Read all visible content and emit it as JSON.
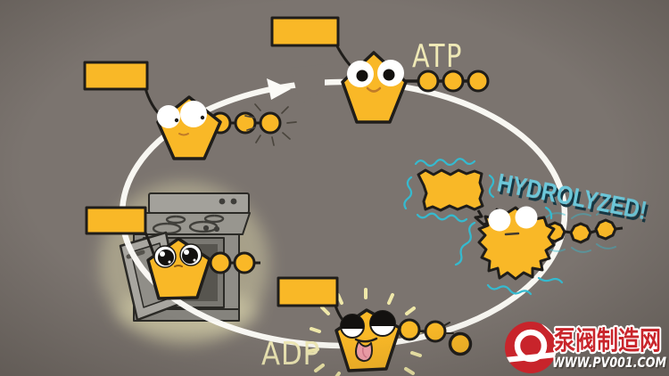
{
  "scene": {
    "background": "#7b746f",
    "colors": {
      "molecule_yellow": "#f9b827",
      "outline_black": "#1f1d1a",
      "handwriting_cream": "#efe9b6",
      "hydrolyzed_teal": "#6cc6d8",
      "hydrolyzed_shadow": "#173743",
      "electric_cyan": "#35bacf",
      "cycle_ring_white": "#fcfbf7",
      "oven_gray": "#8f8d87",
      "glow_pale_yellow": "#e9e3b2",
      "tongue_pink": "#f1a0ab",
      "watermark_red": "#c8242b",
      "watermark_white": "#ffffff"
    }
  },
  "diagram": {
    "atp_label": "ATP",
    "adp_label": "ADP",
    "hydrolyzed_label": "HYDROLYZED!"
  },
  "watermark": {
    "brand_name": "泵阀制造网",
    "website_url": "WWW.PV001.COM"
  }
}
